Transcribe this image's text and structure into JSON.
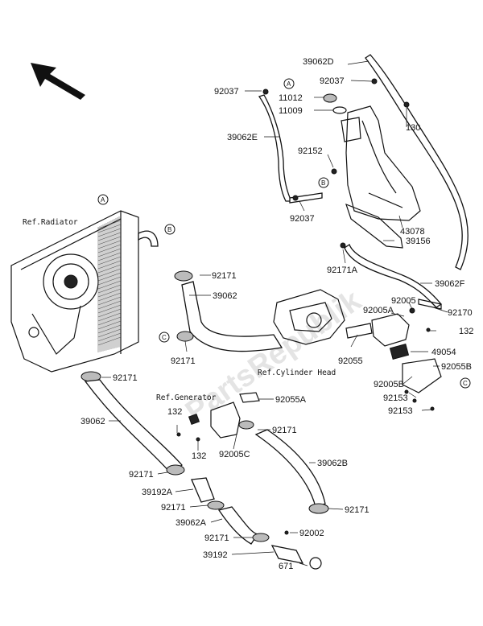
{
  "watermark": "PartsRepublik",
  "references": {
    "radiator": "Ref.Radiator",
    "cylinder_head": "Ref.Cylinder Head",
    "generator": "Ref.Generator"
  },
  "connectors": {
    "a": "A",
    "b": "B",
    "c": "C"
  },
  "parts": [
    "39062D",
    "92037",
    "92037",
    "11012",
    "11009",
    "130",
    "39062E",
    "92152",
    "92037",
    "43078",
    "39156",
    "92171",
    "92171A",
    "39062F",
    "39062",
    "92005",
    "92170",
    "92005A",
    "132",
    "92171",
    "92055",
    "49054",
    "92055B",
    "92005B",
    "92153",
    "92153",
    "92171",
    "92055A",
    "39062",
    "132",
    "132",
    "92171",
    "92005C",
    "39062B",
    "92171",
    "39192A",
    "92171",
    "92171",
    "39062A",
    "92171",
    "92002",
    "39192",
    "671"
  ]
}
